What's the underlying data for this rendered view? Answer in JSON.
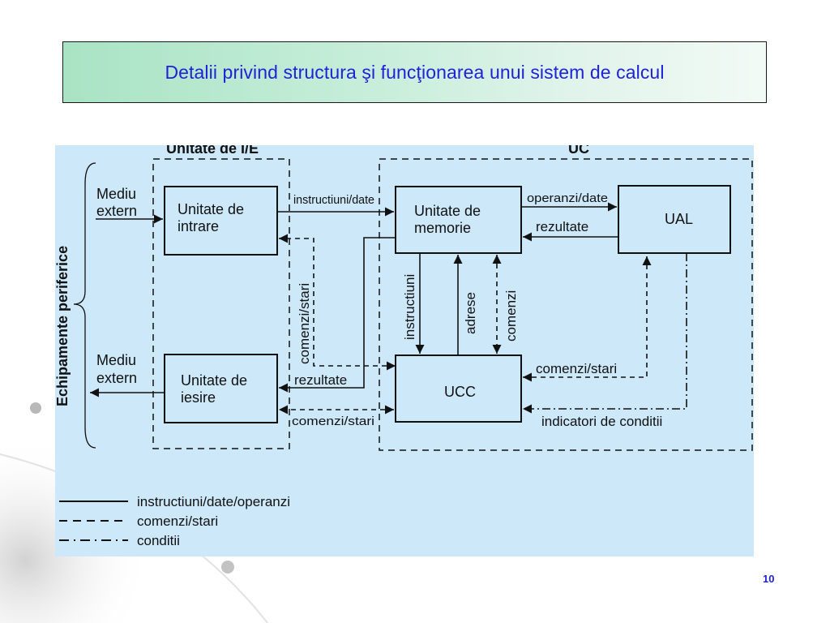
{
  "title": "Detalii privind structura şi funcţionarea unui sistem de calcul",
  "page_number": "10",
  "diagram": {
    "groups": {
      "io_unit": "Unitate de I/E",
      "cpu": "UC",
      "peripherals": "Echipamente periferice"
    },
    "boxes": {
      "input_unit": [
        "Unitate de",
        "intrare"
      ],
      "output_unit": [
        "Unitate de",
        "iesire"
      ],
      "memory_unit": [
        "Unitate de",
        "memorie"
      ],
      "alu": "UAL",
      "control_unit": "UCC"
    },
    "labels": {
      "external_top": [
        "Mediu",
        "extern"
      ],
      "external_bottom": [
        "Mediu",
        "extern"
      ],
      "instr_data": "instructiuni/date",
      "operands_data": "operanzi/date",
      "results_alu": "rezultate",
      "commands_status_vertical": "comenzi/stari",
      "instructions_vertical": "instructiuni",
      "addresses_vertical": "adrese",
      "commands_vertical": "comenzi",
      "results_out": "rezultate",
      "commands_status_alu": "comenzi/stari",
      "commands_status_out": "comenzi/stari",
      "condition_indicators": "indicatori de conditii"
    },
    "legend": [
      {
        "style": "solid",
        "label": "instructiuni/date/operanzi"
      },
      {
        "style": "dashed",
        "label": "comenzi/stari"
      },
      {
        "style": "dash-dot",
        "label": "conditii"
      }
    ]
  }
}
